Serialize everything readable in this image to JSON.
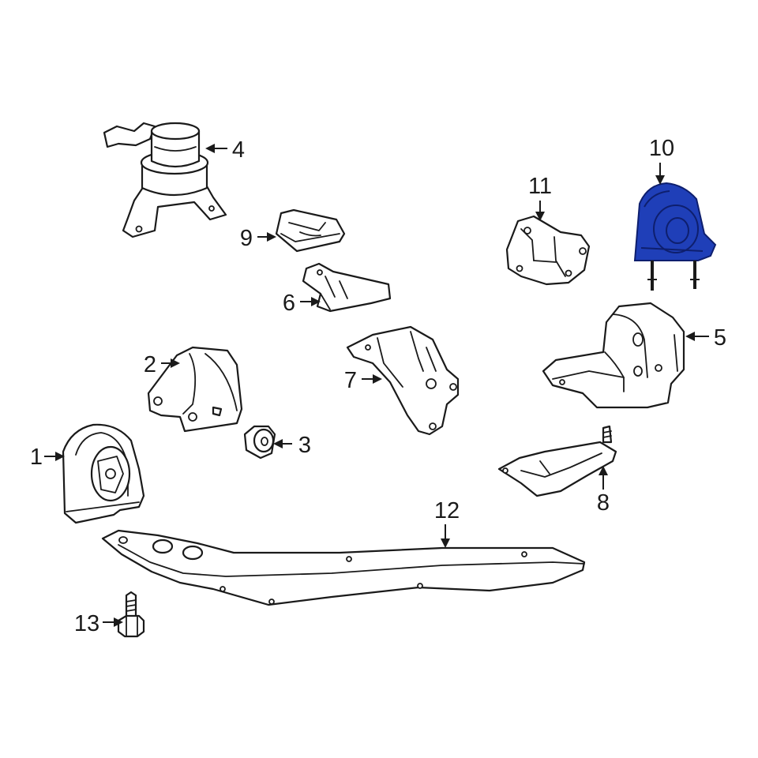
{
  "colors": {
    "line": "#1a1a1a",
    "background": "#ffffff",
    "highlight": "#1f3fb8",
    "highlight_dark": "#0e1f6e"
  },
  "highlighted_part": "10",
  "callouts": [
    {
      "id": "c1",
      "label": "1"
    },
    {
      "id": "c2",
      "label": "2"
    },
    {
      "id": "c3",
      "label": "3"
    },
    {
      "id": "c4",
      "label": "4"
    },
    {
      "id": "c5",
      "label": "5"
    },
    {
      "id": "c6",
      "label": "6"
    },
    {
      "id": "c7",
      "label": "7"
    },
    {
      "id": "c8",
      "label": "8"
    },
    {
      "id": "c9",
      "label": "9"
    },
    {
      "id": "c10",
      "label": "10"
    },
    {
      "id": "c11",
      "label": "11"
    },
    {
      "id": "c12",
      "label": "12"
    },
    {
      "id": "c13",
      "label": "13"
    }
  ]
}
